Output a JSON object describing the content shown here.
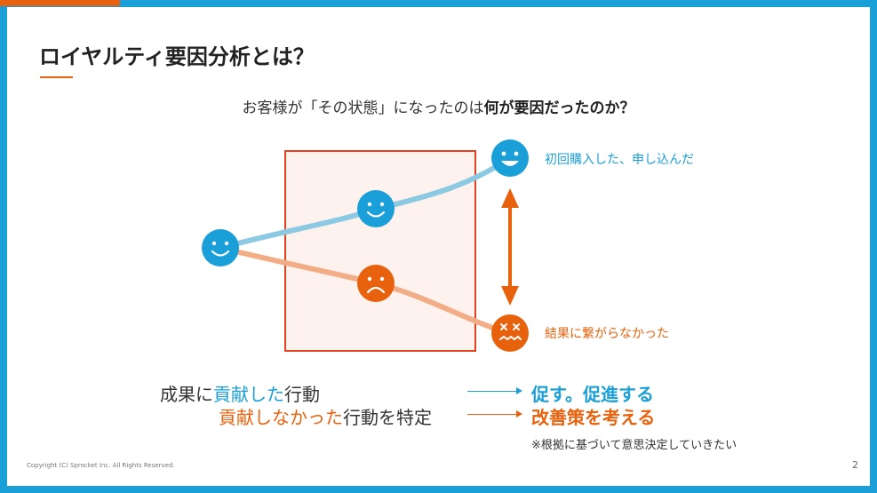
{
  "title": "ロイヤルティ要因分析とは？",
  "question": {
    "part1": "お客様が「その状態」になったのは",
    "part2": "何が要因だったのか？"
  },
  "labels": {
    "top": "初回購入した、申し込んだ",
    "bottom": "結果に繋がらなかった"
  },
  "row1": {
    "a": "成果に",
    "b": "貢献した",
    "c": "行動"
  },
  "row2": {
    "a": "貢献しなかった",
    "b": "行動を特定"
  },
  "actions": {
    "first": "促す。促進する",
    "second": "改善策を考える"
  },
  "note": "※根拠に基づいて意思決定していきたい",
  "footer": {
    "copyright": "Copyright (C) Sprocket Inc. All Rights Reserved.",
    "page": "2"
  },
  "colors": {
    "blue": "#1a9fd8",
    "orange": "#e8620e",
    "box_fill": "#fdf2ee"
  },
  "icons": [
    "smile-face-icon",
    "frown-face-icon",
    "dizzy-face-icon",
    "double-arrow-icon"
  ]
}
